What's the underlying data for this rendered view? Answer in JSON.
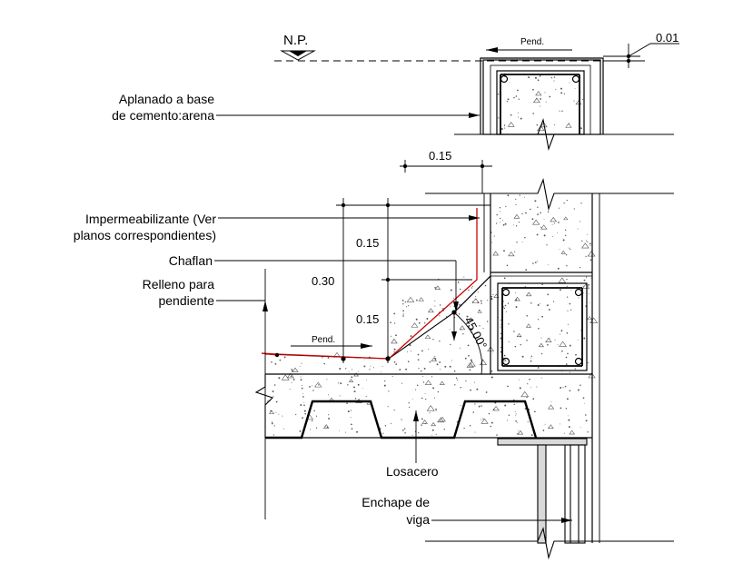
{
  "labels": {
    "np": "N.P.",
    "pend_top": "Pend.",
    "pend_bottom": "Pend.",
    "aplanado_1": "Aplanado a base",
    "aplanado_2": "de cemento:arena",
    "impermeab_1": "Impermeabilizante (Ver",
    "impermeab_2": "planos correspondientes)",
    "chaflan": "Chaflan",
    "relleno_1": "Relleno para",
    "relleno_2": "pendiente",
    "losacero": "Losacero",
    "enchape_1": "Enchape de",
    "enchape_2": "viga"
  },
  "dimensions": {
    "d001": "0.01",
    "d015_top": "0.15",
    "d015_mid": "0.15",
    "d030": "0.30",
    "d015_low": "0.15",
    "angle": "45.00°"
  },
  "colors": {
    "line": "#000000",
    "membrane": "#cc0000",
    "hatch": "#555555",
    "steel_fill": "#d9d9d9"
  }
}
